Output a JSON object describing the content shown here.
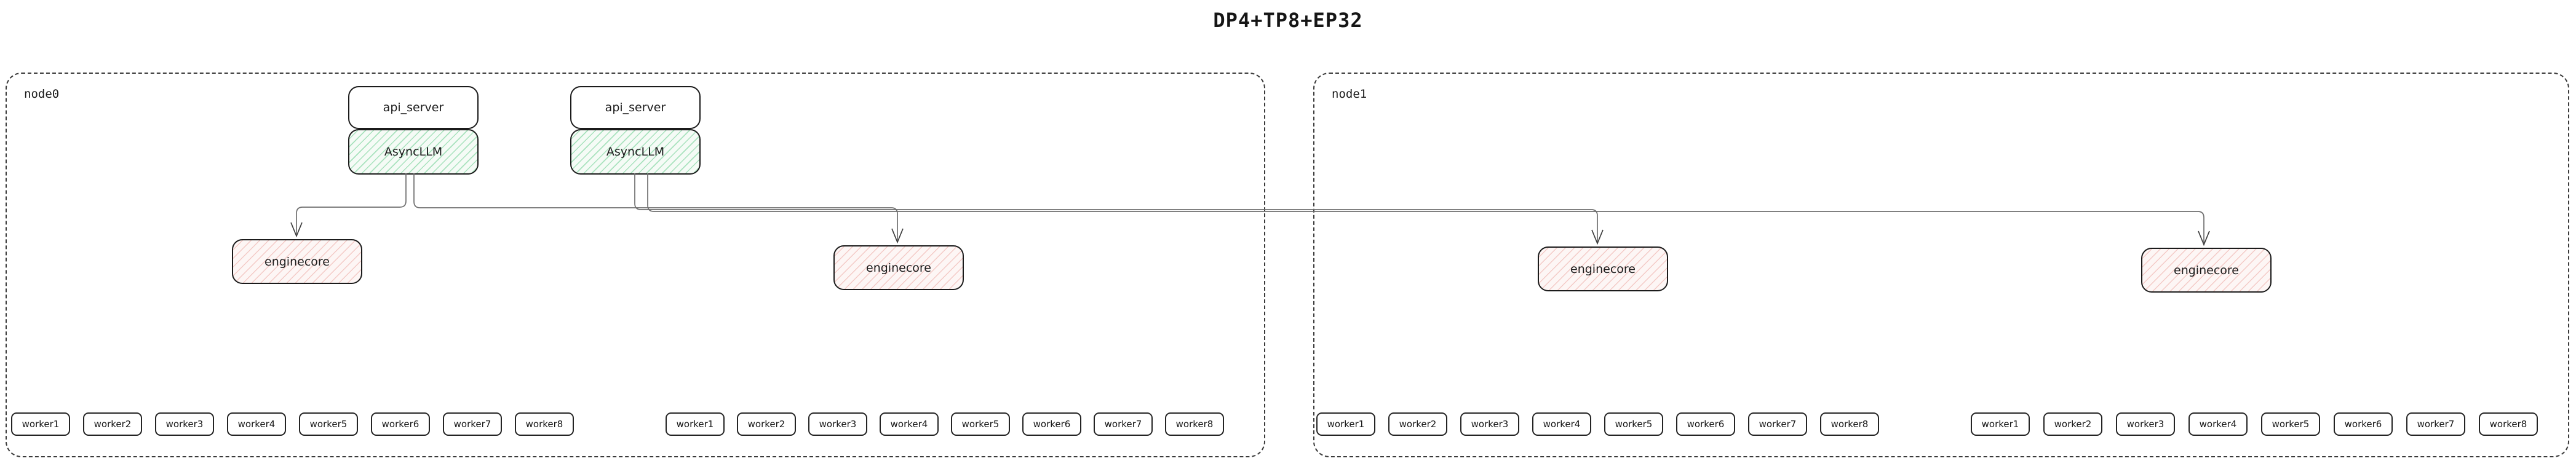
{
  "title": "DP4+TP8+EP32",
  "colors": {
    "background": "#ffffff",
    "box_border": "#1b1b1b",
    "node_border_dashed": "#3a3a3a",
    "async_llm_fill": "#f5fbf6",
    "async_llm_hatch": "#68cd8e",
    "enginecore_fill": "#fdf6f5",
    "enginecore_hatch": "#e8948e",
    "edge_line": "#6f6f6f",
    "arrowhead": "#3d3d3d"
  },
  "nodes": [
    {
      "label": "node0",
      "api_stacks": [
        {
          "api_server": "api_server",
          "async_llm": "AsyncLLM"
        },
        {
          "api_server": "api_server",
          "async_llm": "AsyncLLM"
        }
      ],
      "enginecores": [
        "enginecore",
        "enginecore"
      ],
      "worker_groups": [
        [
          "worker1",
          "worker2",
          "worker3",
          "worker4",
          "worker5",
          "worker6",
          "worker7",
          "worker8"
        ],
        [
          "worker1",
          "worker2",
          "worker3",
          "worker4",
          "worker5",
          "worker6",
          "worker7",
          "worker8"
        ]
      ]
    },
    {
      "label": "node1",
      "api_stacks": [],
      "enginecores": [
        "enginecore",
        "enginecore"
      ],
      "worker_groups": [
        [
          "worker1",
          "worker2",
          "worker3",
          "worker4",
          "worker5",
          "worker6",
          "worker7",
          "worker8"
        ],
        [
          "worker1",
          "worker2",
          "worker3",
          "worker4",
          "worker5",
          "worker6",
          "worker7",
          "worker8"
        ]
      ]
    }
  ],
  "edges": [
    {
      "from": "AsyncLLM-1",
      "to": "node0-enginecore-1"
    },
    {
      "from": "AsyncLLM-1",
      "to": "node0-enginecore-2"
    },
    {
      "from": "AsyncLLM-2",
      "to": "node1-enginecore-1"
    },
    {
      "from": "AsyncLLM-2",
      "to": "node1-enginecore-2"
    }
  ]
}
